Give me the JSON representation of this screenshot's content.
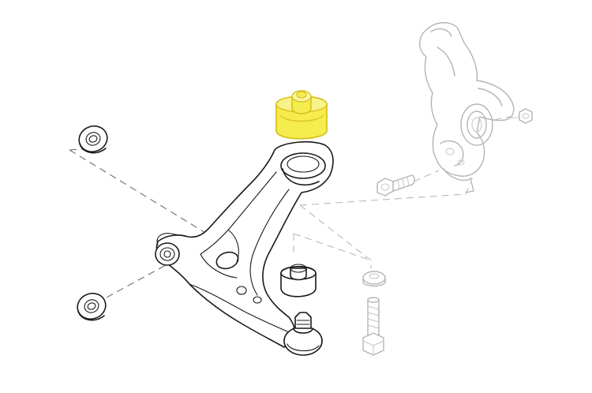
{
  "diagram": {
    "parts": {
      "lower_control_arm": "lower-control-arm",
      "highlighted_bushing": "rear-bushing",
      "front_bushing": "front-bushing",
      "ball_joint": "ball-joint",
      "steering_knuckle": "steering-knuckle",
      "washers": "washer",
      "knuckle_bolt": "bolt",
      "knuckle_nut": "nut",
      "mounting_bolt": "bolt",
      "mounting_washer": "washer"
    },
    "colors": {
      "highlight_fill": "#f5ec4e",
      "highlight_stroke": "#d8c21e",
      "line_dark": "#1a1a1a",
      "line_light": "#b4b4b4",
      "background": "#ffffff"
    }
  }
}
